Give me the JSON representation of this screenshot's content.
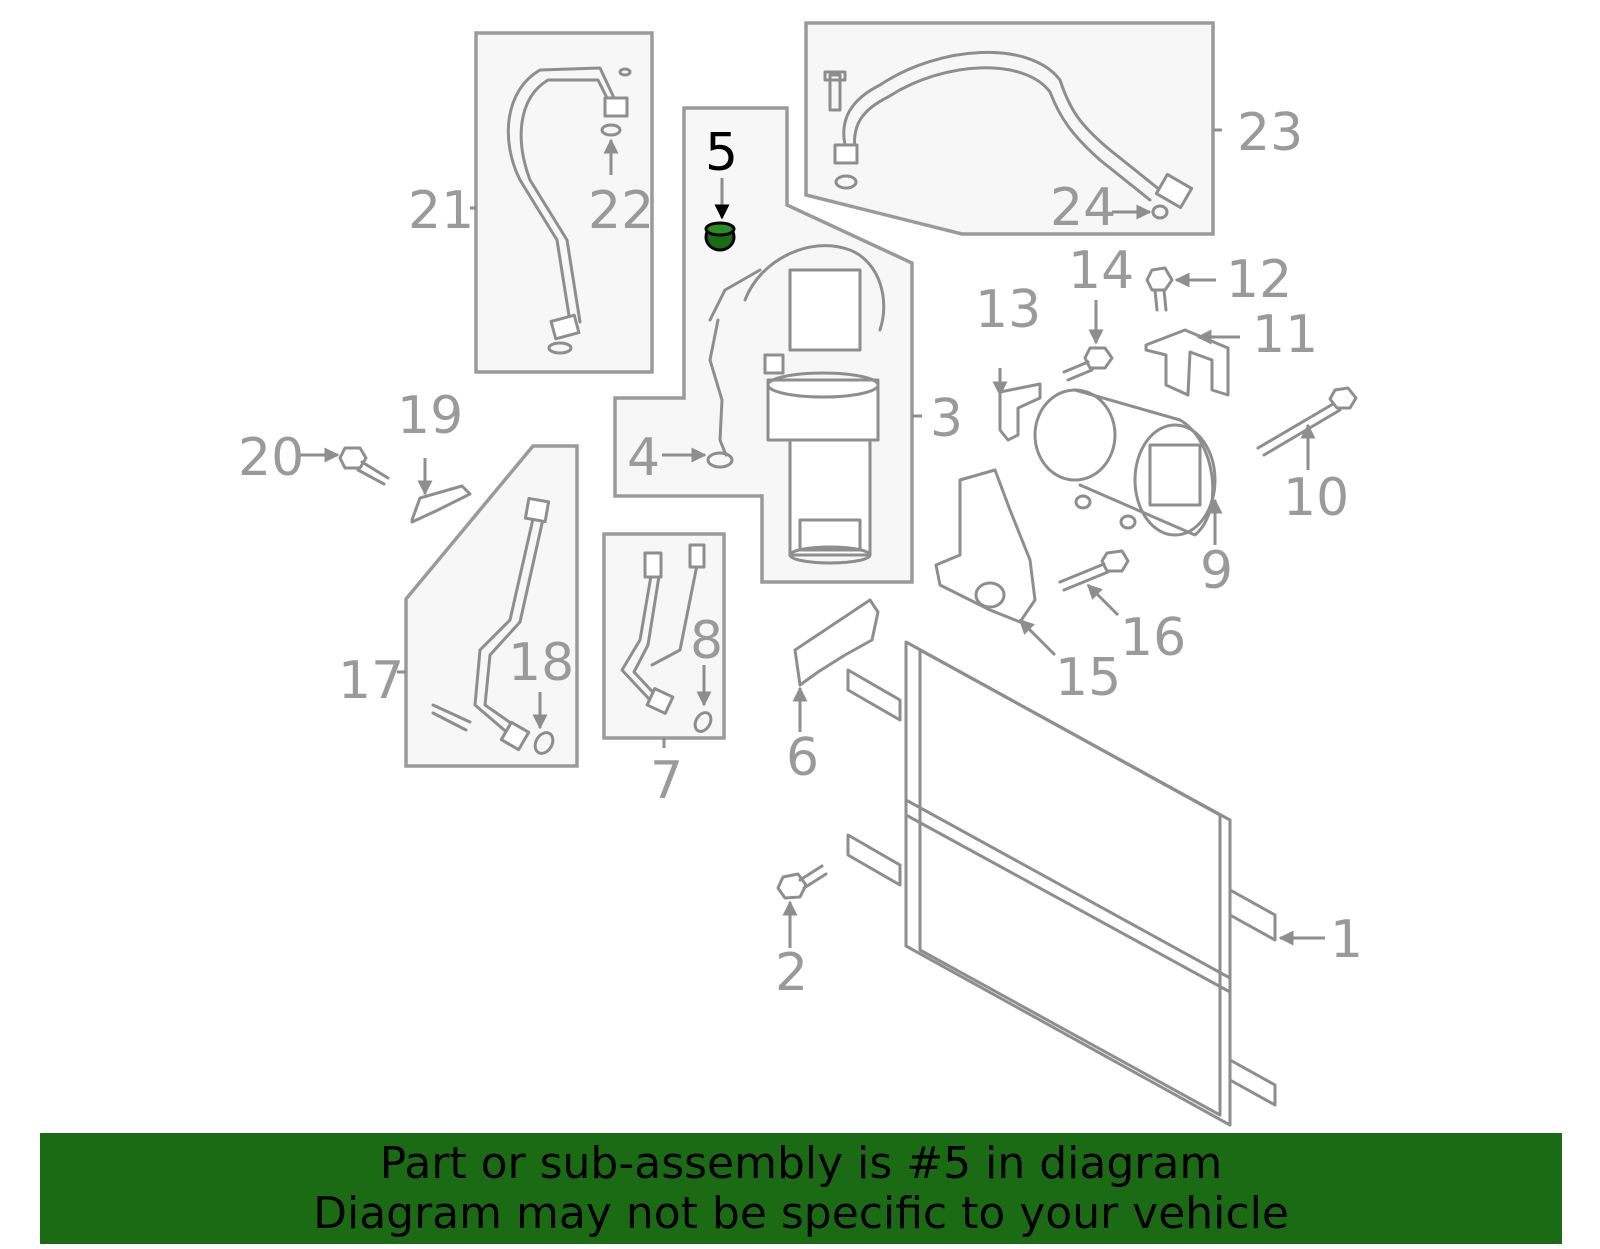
{
  "callouts": {
    "c1": "1",
    "c2": "2",
    "c3": "3",
    "c4": "4",
    "c5": "5",
    "c6": "6",
    "c7": "7",
    "c8": "8",
    "c9": "9",
    "c10": "10",
    "c11": "11",
    "c12": "12",
    "c13": "13",
    "c14": "14",
    "c15": "15",
    "c16": "16",
    "c17": "17",
    "c18": "18",
    "c19": "19",
    "c20": "20",
    "c21": "21",
    "c22": "22",
    "c23": "23",
    "c24": "24"
  },
  "highlight": {
    "part_number": "5",
    "color": "#1a6b14"
  },
  "colors": {
    "line": "#8e8e8e",
    "panel": "#f7f7f7",
    "banner": "#1a6b14"
  },
  "footer": {
    "line1": "Part or sub-assembly is #5 in diagram",
    "line2": "Diagram may not be specific to your vehicle"
  }
}
